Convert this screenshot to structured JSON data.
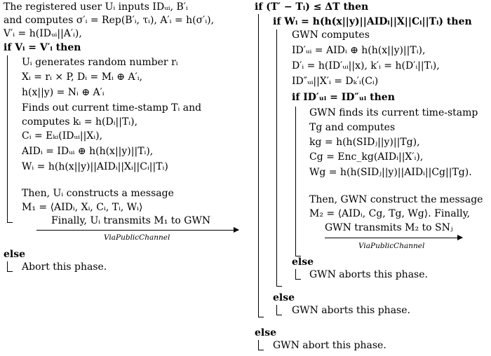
{
  "left": {
    "lines": [
      "The registered user Uᵢ inputs IDᵤᵢ, B′ᵢ",
      "and computes σ′ᵢ = Rep(B′ᵢ, τᵢ), A′ᵢ = h(σ′ᵢ),",
      "V′ᵢ = h(IDᵤᵢ||A′ᵢ),",
      "if Vᵢ = V′ᵢ then",
      "Uᵢ generates random number rᵢ",
      "Xᵢ = rᵢ × P, Dᵢ = Mᵢ ⊕ A′ᵢ,",
      "h(x||y) = Nᵢ ⊕ A′ᵢ",
      "Finds out current time-stamp Tᵢ and",
      "computes kᵢ = h(Dᵢ||Tᵢ),",
      "Cᵢ = Eₖᵢ(IDᵤᵢ||Xᵢ),",
      "AIDᵢ = IDᵤᵢ ⊕ h(h(x||y)||Tᵢ),",
      "Wᵢ = h(h(x||y)||AIDᵢ||Xᵢ||Cᵢ||Tᵢ)",
      "Then, Uᵢ constructs a message",
      "M₁ = ⟨AIDᵢ, Xᵢ, Cᵢ, Tᵢ, Wᵢ⟩",
      "Finally, Uᵢ transmits M₁ to GWN",
      "else",
      "Abort this phase."
    ],
    "channel": "ViaPublicChannel"
  },
  "right": {
    "lines": [
      "if (T′ − Tᵢ) ≤ ΔT then",
      "if Wᵢ = h(h(x||y)||AIDᵢ||X||Cᵢ||Tᵢ) then",
      "GWN computes",
      "ID′ᵤᵢ = AIDᵢ ⊕ h(h(x||y)||Tᵢ),",
      "D′ᵢ = h(ID′ᵤᵢ||x), k′ᵢ = h(D′ᵢ||Tᵢ),",
      "ID″ᵤᵢ||X′ᵢ = Dₖ′ᵢ(Cᵢ)",
      "if ID′ᵤᵢ = ID″ᵤᵢ then",
      "GWN finds its current time-stamp",
      "Tg and computes",
      "kg = h(h(SIDⱼ||y)||Tg),",
      "Cg = Enc_kg(AIDᵢ||X′ᵢ),",
      "Wg = h(h(SIDⱼ||y)||AIDᵢ||Cg||Tg).",
      "Then, GWN construct the message",
      "M₂ = ⟨AIDᵢ, Cg, Tg, Wg⟩. Finally,",
      "GWN transmits M₂ to SNⱼ",
      "else",
      "GWN aborts this phase.",
      "else",
      "GWN aborts this phase.",
      "else",
      "GWN abort this phase."
    ],
    "channel": "ViaPublicChannel"
  }
}
